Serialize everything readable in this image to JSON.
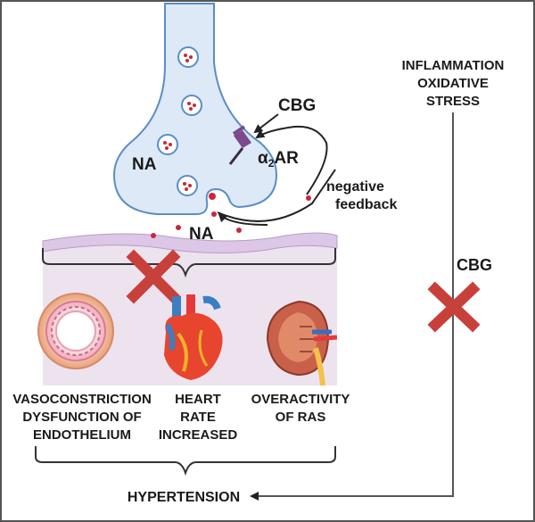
{
  "labels": {
    "na_vesicle": "NA",
    "cbg_top": "CBG",
    "receptor_alpha": "α",
    "receptor_sub": "2",
    "receptor_ar": "AR",
    "negative_line1": "negative",
    "negative_line2": "feedback",
    "na_cleft": "NA",
    "inflammation_line1": "INFLAMMATION",
    "inflammation_line2": "OXIDATIVE",
    "inflammation_line3": "STRESS",
    "cbg_right": "CBG",
    "vaso_line1": "VASOCONSTRICTION",
    "vaso_line2": "DYSFUNCTION OF",
    "vaso_line3": "ENDOTHELIUM",
    "heart_line1": "HEART",
    "heart_line2": "RATE",
    "heart_line3": "INCREASED",
    "ras_line1": "OVERACTIVITY",
    "ras_line2": "OF RAS",
    "hypertension": "HYPERTENSION"
  },
  "colors": {
    "neuron_fill": "#dde9f6",
    "neuron_stroke": "#5a8ec6",
    "tissue_fill": "#ede3ef",
    "membrane_fill": "#dcc7e6",
    "cross": "#c8403a",
    "receptor": "#7a4a8c",
    "na_dot": "#c8283c",
    "frame": "#555555"
  },
  "icons": [
    "artery-cross-section-icon",
    "heart-icon",
    "kidney-icon",
    "inhibition-cross-icon",
    "receptor-icon"
  ]
}
